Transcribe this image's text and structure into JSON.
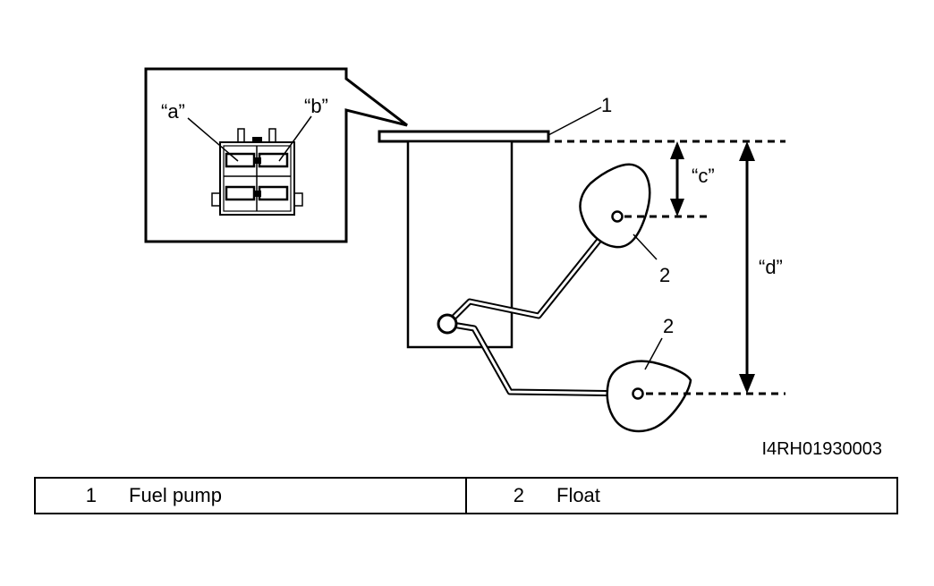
{
  "callouts": {
    "a": "“a”",
    "b": "“b”",
    "c": "“c”",
    "d": "“d”",
    "part1": "1",
    "float_upper": "2",
    "float_lower": "2"
  },
  "figure_id": "I4RH01930003",
  "legend": [
    {
      "number": "1",
      "label": "Fuel pump"
    },
    {
      "number": "2",
      "label": "Float"
    }
  ]
}
